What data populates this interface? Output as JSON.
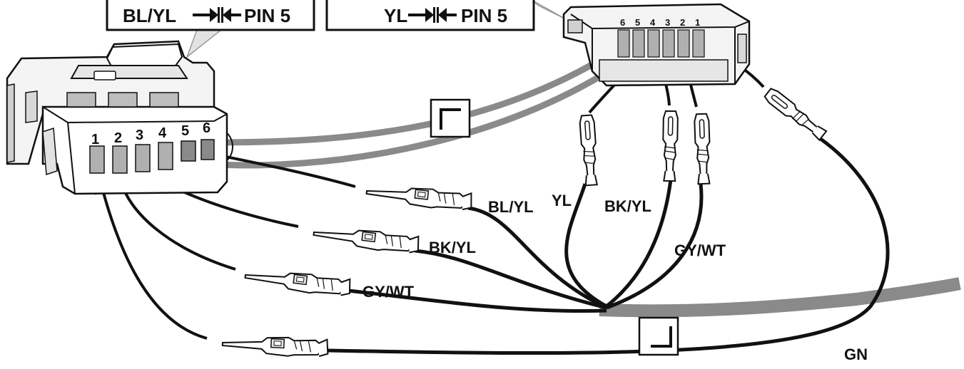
{
  "callouts": {
    "left": "BL/YL →← PIN 5",
    "right": "YL →← PIN 5",
    "left_wire": "BL/YL",
    "right_wire": "YL",
    "pin_text": "PIN 5"
  },
  "left_connector": {
    "pins": [
      "1",
      "2",
      "3",
      "4",
      "5",
      "6"
    ]
  },
  "right_connector": {
    "pins": [
      "6",
      "5",
      "4",
      "3",
      "2",
      "1"
    ]
  },
  "wire_labels": {
    "bl_yl": "BL/YL",
    "bk_yl_left": "BK/YL",
    "gy_wt_left": "GY/WT",
    "yl": "YL",
    "bk_yl_right": "BK/YL",
    "gy_wt_right": "GY/WT",
    "gn": "GN"
  },
  "colors": {
    "wire_black": "#111111",
    "wire_gray": "#8a8a8a",
    "housing": "#f2f2f2",
    "housing_shade": "#bdbdbd"
  }
}
